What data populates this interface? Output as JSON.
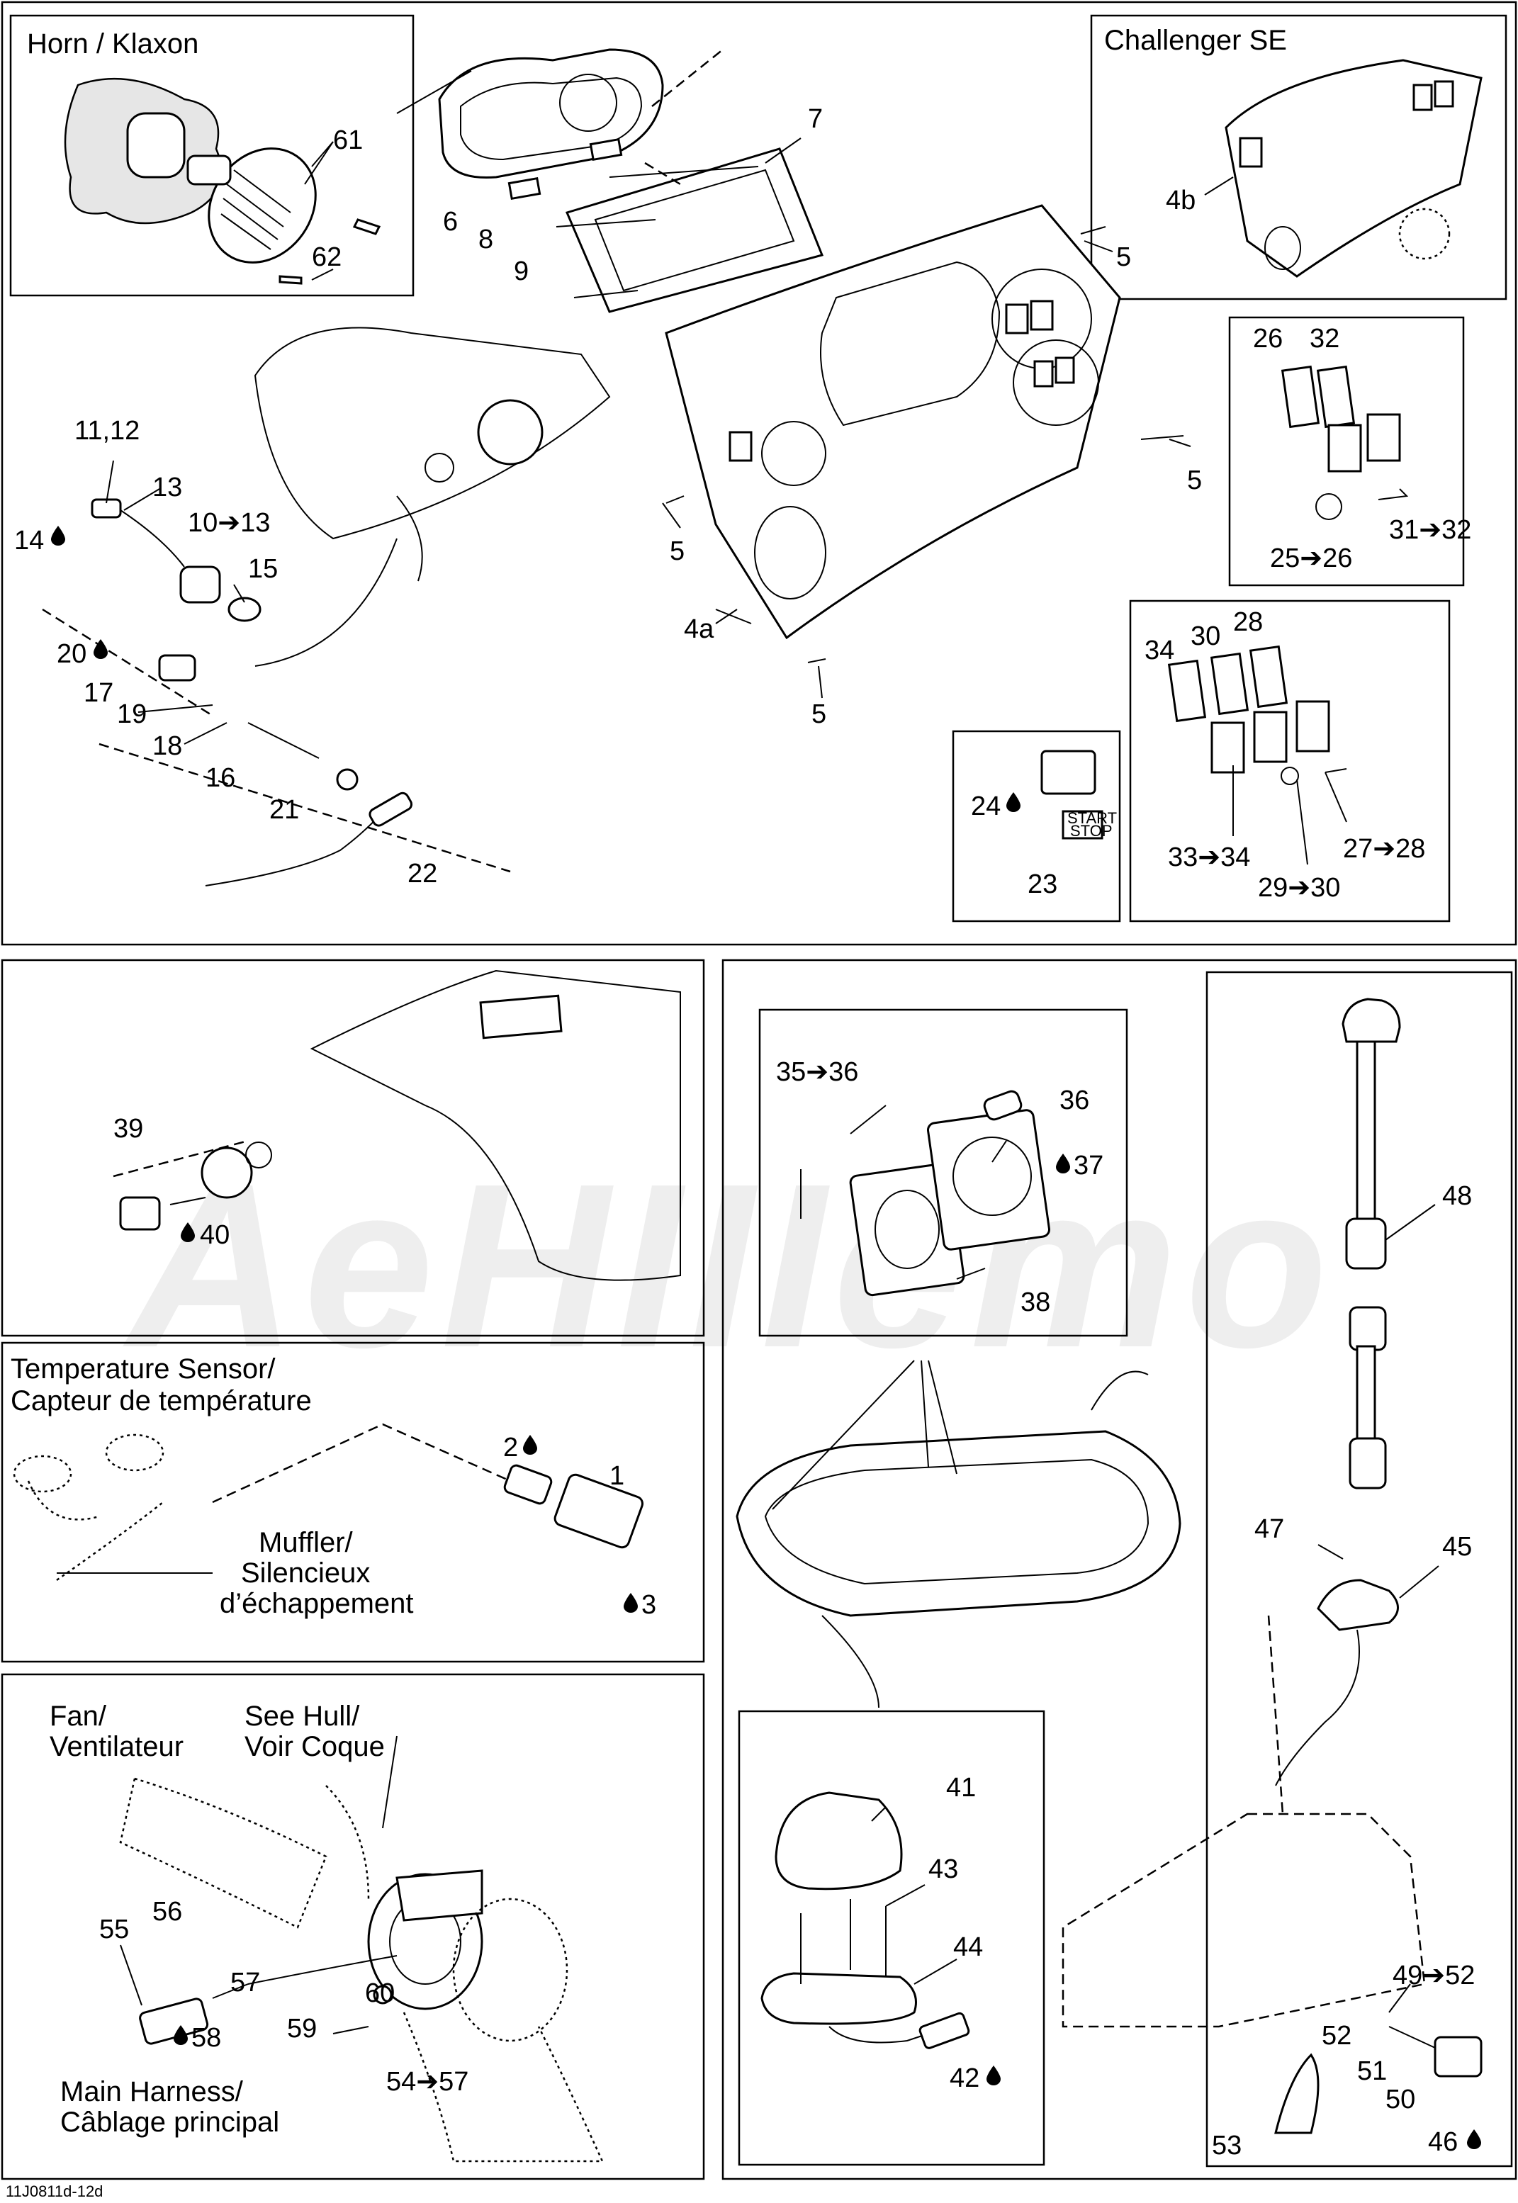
{
  "watermark": "AeHIIIemo",
  "footer_code": "11J0811d-12d",
  "sections": {
    "horn": {
      "title": "Horn  / Klaxon"
    },
    "challenger": {
      "title": "Challenger SE"
    },
    "temp_sensor": {
      "title_line1": "Temperature Sensor/",
      "title_line2": "Capteur de température"
    },
    "muffler": {
      "line1": "Muffler/",
      "line2": "Silencieux",
      "line3": "d’échappement"
    },
    "fan": {
      "title_line1": "Fan/",
      "title_line2": "Ventilateur"
    },
    "see_hull": {
      "line1": "See Hull/",
      "line2": "Voir Coque"
    },
    "main_harness": {
      "line1": "Main Harness/",
      "line2": "Câblage principal"
    }
  },
  "start_stop": {
    "line1": "START",
    "line2": "STOP"
  },
  "callouts": {
    "c61": "61",
    "c62": "62",
    "c6": "6",
    "c8": "8",
    "c9": "9",
    "c7": "7",
    "c5a": "5",
    "c5b": "5",
    "c5c": "5",
    "c5d": "5",
    "c4a": "4a",
    "c4b": "4b",
    "c11_12": "11,12",
    "c13": "13",
    "c14": "14",
    "c10_13": "10➔13",
    "c15": "15",
    "c20": "20",
    "c17": "17",
    "c19": "19",
    "c18": "18",
    "c16": "16",
    "c21": "21",
    "c22": "22",
    "c26": "26",
    "c32": "32",
    "c25_26": "25➔26",
    "c31_32": "31➔32",
    "c34": "34",
    "c30": "30",
    "c28": "28",
    "c33_34": "33➔34",
    "c29_30": "29➔30",
    "c27_28": "27➔28",
    "c24": "24",
    "c23": "23",
    "c39": "39",
    "c40": "40",
    "c2": "2",
    "c1": "1",
    "c3": "3",
    "c35_36": "35➔36",
    "c36": "36",
    "c37": "37",
    "c38": "38",
    "c48": "48",
    "c47": "47",
    "c45": "45",
    "c41": "41",
    "c43": "43",
    "c44": "44",
    "c42": "42",
    "c49_52": "49➔52",
    "c52": "52",
    "c51": "51",
    "c50": "50",
    "c53": "53",
    "c46": "46",
    "c55": "55",
    "c56": "56",
    "c57": "57",
    "c58": "58",
    "c60": "60",
    "c59": "59",
    "c54_57": "54➔57"
  }
}
